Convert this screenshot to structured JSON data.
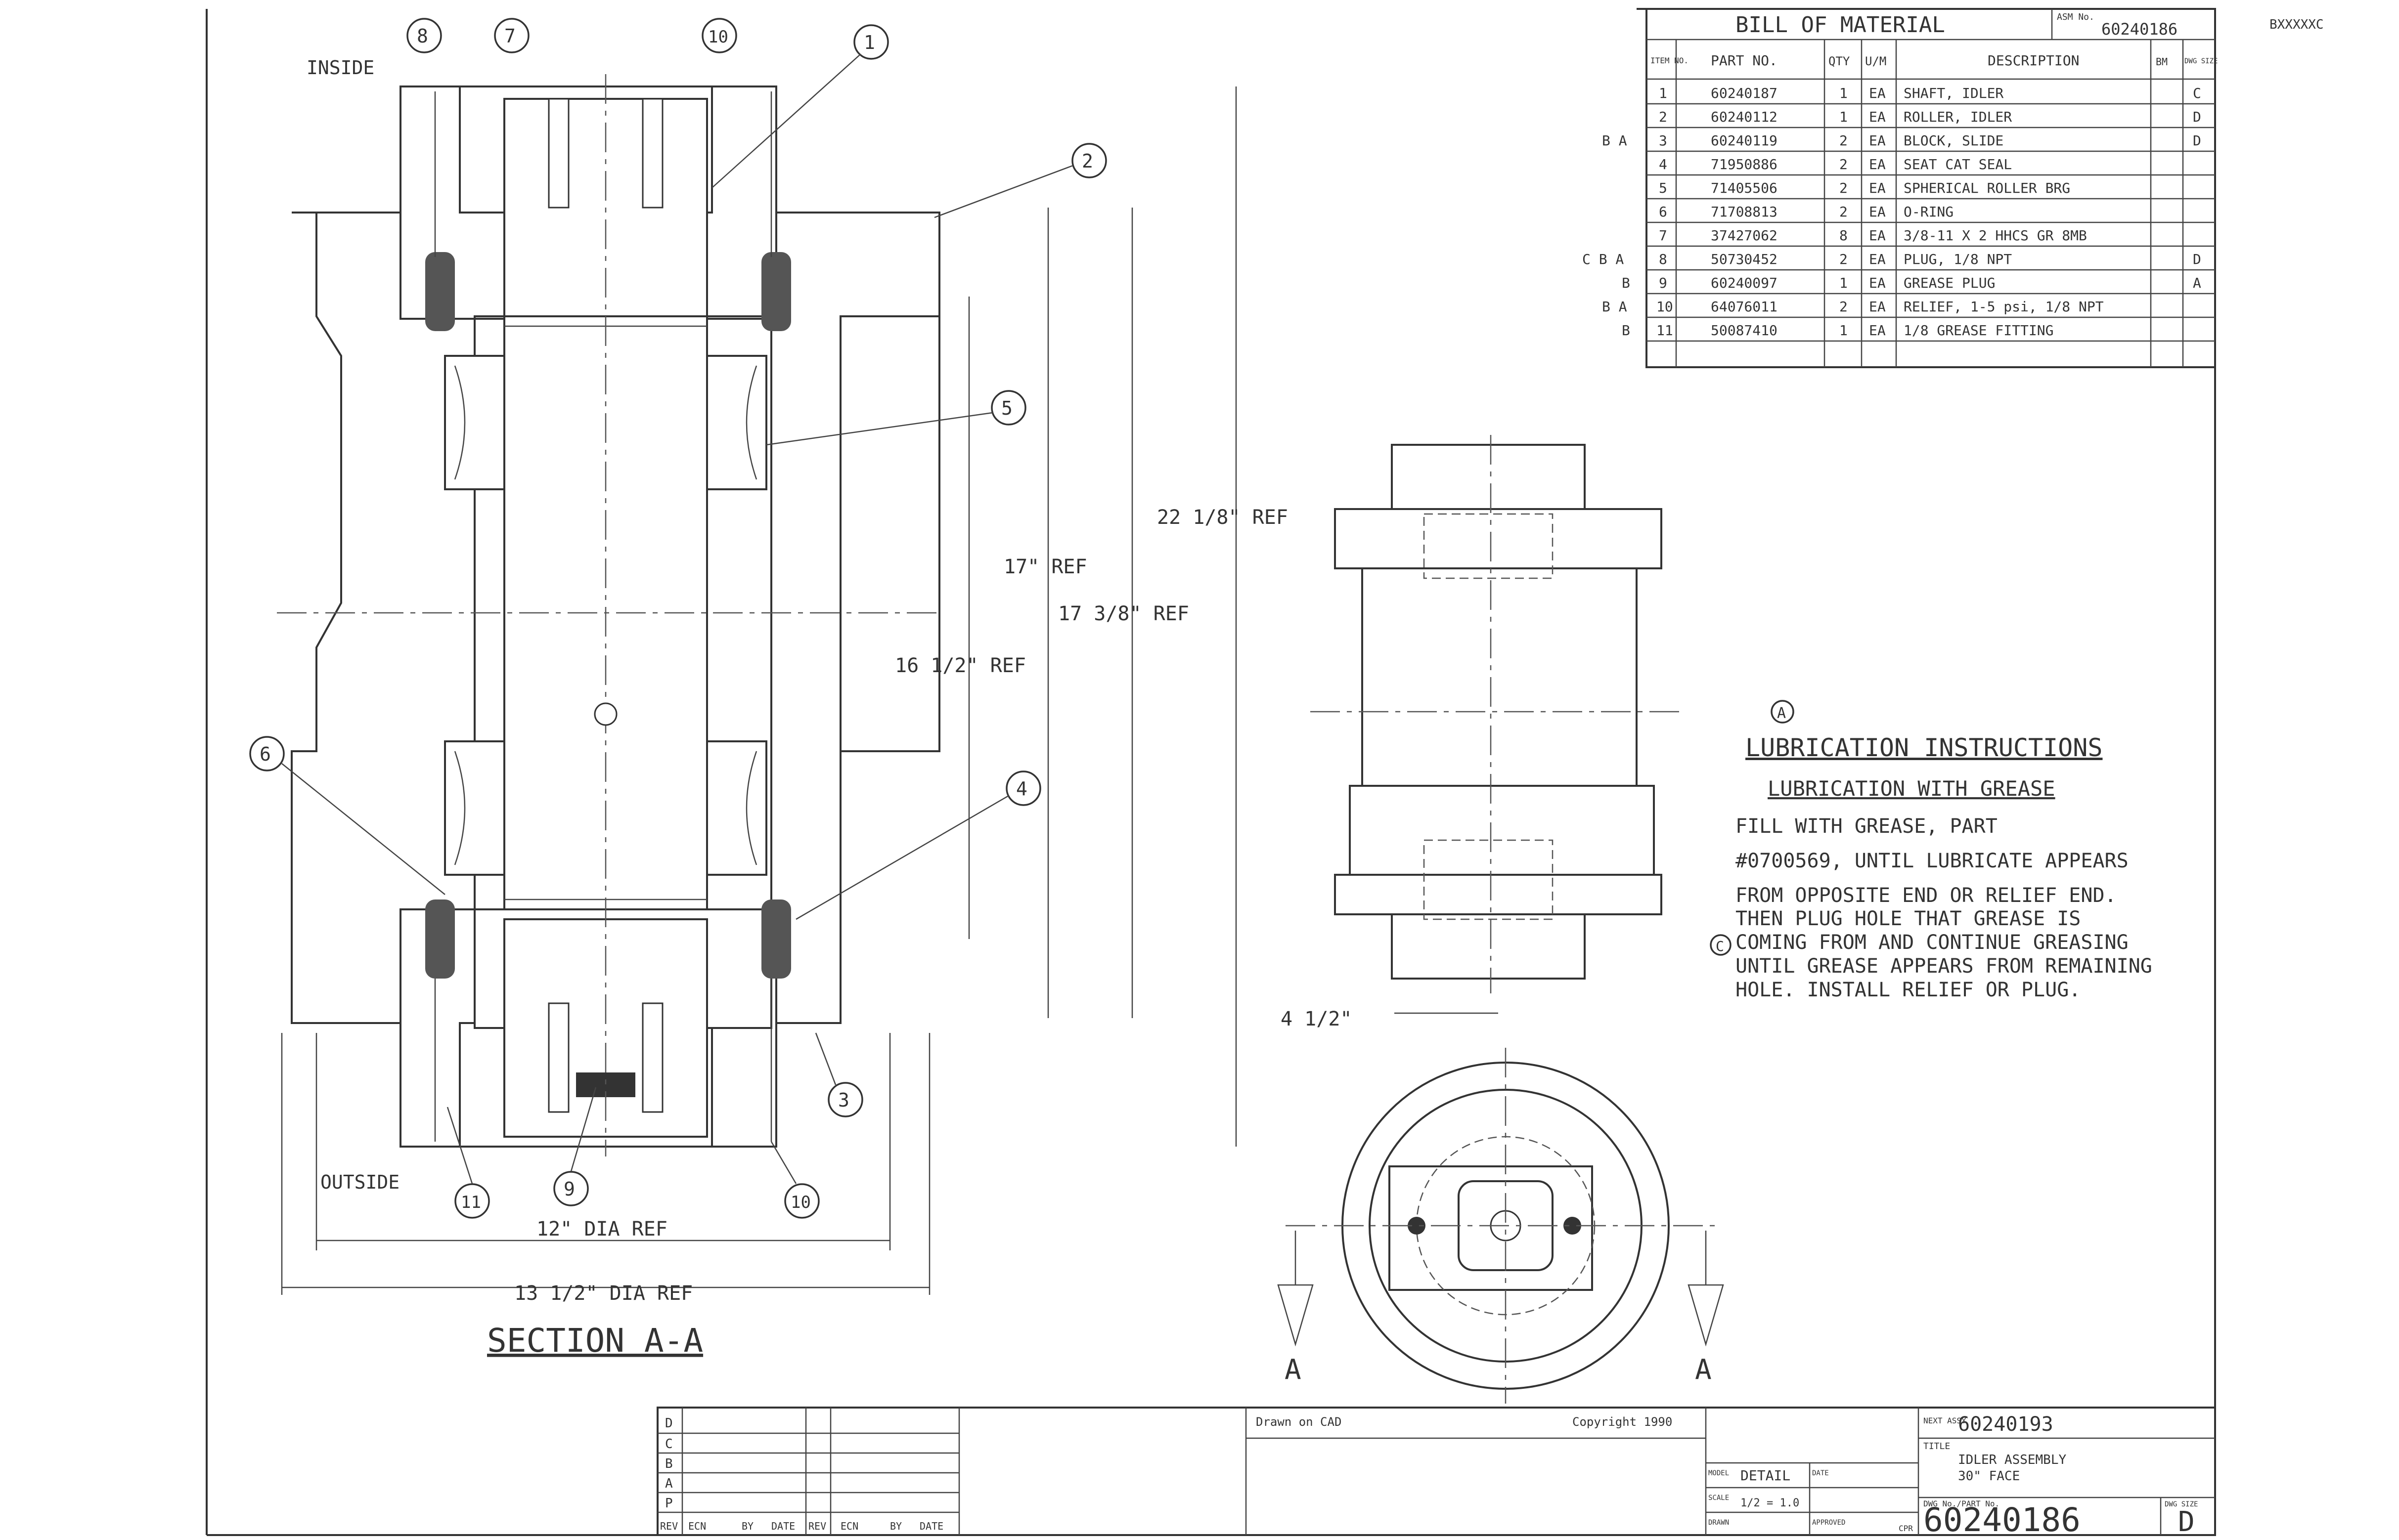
{
  "corner_tag": "BXXXXXC",
  "bom": {
    "title": "BILL OF MATERIAL",
    "asm_no_label": "ASM No.",
    "asm_no": "60240186",
    "headers": [
      "ITEM NO.",
      "PART NO.",
      "QTY",
      "U/M",
      "DESCRIPTION",
      "BM",
      "DWG SIZE"
    ],
    "rows": [
      {
        "item": "1",
        "part": "60240187",
        "qty": "1",
        "um": "EA",
        "desc": "SHAFT, IDLER",
        "bm": "",
        "size": "C",
        "mark": ""
      },
      {
        "item": "2",
        "part": "60240112",
        "qty": "1",
        "um": "EA",
        "desc": "ROLLER, IDLER",
        "bm": "",
        "size": "D",
        "mark": ""
      },
      {
        "item": "3",
        "part": "60240119",
        "qty": "2",
        "um": "EA",
        "desc": "BLOCK, SLIDE",
        "bm": "",
        "size": "D",
        "mark": "B A"
      },
      {
        "item": "4",
        "part": "71950886",
        "qty": "2",
        "um": "EA",
        "desc": "SEAT CAT SEAL",
        "bm": "",
        "size": "",
        "mark": ""
      },
      {
        "item": "5",
        "part": "71405506",
        "qty": "2",
        "um": "EA",
        "desc": "SPHERICAL ROLLER BRG",
        "bm": "",
        "size": "",
        "mark": ""
      },
      {
        "item": "6",
        "part": "71708813",
        "qty": "2",
        "um": "EA",
        "desc": "O-RING",
        "bm": "",
        "size": "",
        "mark": ""
      },
      {
        "item": "7",
        "part": "37427062",
        "qty": "8",
        "um": "EA",
        "desc": "3/8-11 X 2 HHCS GR 8MB",
        "bm": "",
        "size": "",
        "mark": ""
      },
      {
        "item": "8",
        "part": "50730452",
        "qty": "2",
        "um": "EA",
        "desc": "PLUG, 1/8 NPT",
        "bm": "",
        "size": "D",
        "mark": "C B A"
      },
      {
        "item": "9",
        "part": "60240097",
        "qty": "1",
        "um": "EA",
        "desc": "GREASE PLUG",
        "bm": "",
        "size": "A",
        "mark": "B"
      },
      {
        "item": "10",
        "part": "64076011",
        "qty": "2",
        "um": "EA",
        "desc": "RELIEF, 1-5 psi, 1/8 NPT",
        "bm": "",
        "size": "",
        "mark": "B A"
      },
      {
        "item": "11",
        "part": "50087410",
        "qty": "1",
        "um": "EA",
        "desc": "1/8 GREASE FITTING",
        "bm": "",
        "size": "",
        "mark": "B"
      }
    ]
  },
  "section": {
    "inside_label": "INSIDE",
    "outside_label": "OUTSIDE",
    "title": "SECTION A-A",
    "dim_12": "12\" DIA REF",
    "dim_13": "13 1/2\" DIA REF",
    "dim_22": "22 1/8\" REF",
    "dim_17": "17\" REF",
    "dim_17_38": "17 3/8\" REF",
    "dim_16": "16 1/2\" REF",
    "dim_4": "4 1/2\"",
    "section_letter": "A",
    "balloons": [
      "1",
      "2",
      "3",
      "4",
      "5",
      "6",
      "7",
      "8",
      "9",
      "10",
      "11"
    ]
  },
  "lube": {
    "marker": "A",
    "title": "LUBRICATION INSTRUCTIONS",
    "subtitle": "LUBRICATION WITH GREASE",
    "lines": [
      "FILL WITH GREASE, PART",
      "#0700569, UNTIL LUBRICATE APPEARS",
      "FROM OPPOSITE END OR RELIEF END.",
      "THEN PLUG HOLE THAT GREASE IS",
      "COMING FROM AND CONTINUE GREASING",
      "UNTIL GREASE APPEARS FROM REMAINING",
      "HOLE.  INSTALL RELIEF OR PLUG."
    ],
    "side_marker": "C"
  },
  "title_block": {
    "revisions": [
      {
        "rev": "D",
        "ecn": "",
        "by": ""
      },
      {
        "rev": "C",
        "ecn": "",
        "by": ""
      },
      {
        "rev": "B",
        "ecn": "",
        "by": ""
      },
      {
        "rev": "A",
        "ecn": "",
        "by": ""
      },
      {
        "rev": "P",
        "ecn": "",
        "by": ""
      }
    ],
    "rev_headers": [
      "REV",
      "ECN",
      "BY",
      "DATE",
      "REV",
      "ECN",
      "BY",
      "DATE"
    ],
    "drawn_on": "Drawn on CAD",
    "copyright": "Copyright 1990",
    "next_assy_label": "NEXT ASSY",
    "next_assy": "60240193",
    "title_label": "TITLE",
    "title_line1": "IDLER ASSEMBLY",
    "title_line2": "30\" FACE",
    "dwg_no_label": "DWG No./PART No.",
    "dwg_no": "60240186",
    "size_label": "DWG SIZE",
    "size": "D",
    "model_label": "MODEL",
    "model": "DETAIL",
    "scale_label": "SCALE",
    "scale": "1/2 = 1.0",
    "drawn_label": "DRAWN",
    "approved_label": "APPROVED",
    "date_label": "DATE",
    "cpr_label": "CPR"
  },
  "colors": {
    "line": "#333333",
    "hatch": "#bdbdbd",
    "fill": "#d8d8d8"
  }
}
